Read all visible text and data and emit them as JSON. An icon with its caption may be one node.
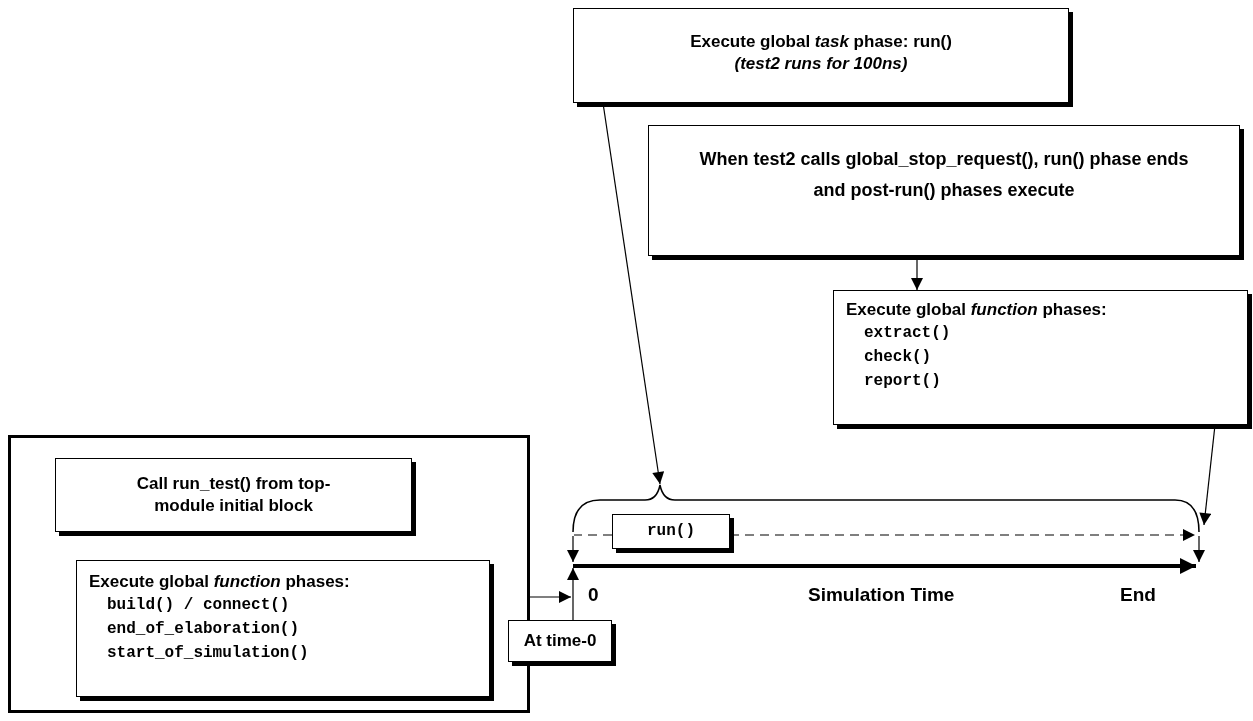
{
  "diagram": {
    "nodes": [
      {
        "text": [],
        "shape": "box"
      },
      {
        "text": [
          "Call run_test() from top-module initial block"
        ],
        "in": 0
      },
      {
        "text": [
          "Execute global *function* phases:",
          "build() / connect()",
          "end_of_elaboration()",
          "start_of_simulation()"
        ],
        "in": 0
      },
      {
        "text": [
          "At time-0"
        ]
      },
      {
        "text": [
          "Execute global *task* phase: run()",
          "(test2 runs for 100ns)"
        ]
      },
      {
        "text": [
          "When test2 calls global_stop_request(), run() phase ends and post-run() phases execute"
        ]
      },
      {
        "text": [
          "Execute global *function* phases:",
          "extract()",
          "check()",
          "report()"
        ]
      },
      {
        "text": [
          "run()"
        ]
      },
      {
        "text": [],
        "shape": "brace"
      },
      {
        "text": [
          "0",
          "Simulation Time",
          "End"
        ]
      }
    ],
    "edges": [
      {
        "from": 0,
        "to": 9,
        "arrow": "to"
      },
      {
        "from": 3,
        "to": 9,
        "arrow": "to"
      },
      {
        "from": 4,
        "to": 8,
        "arrow": "to"
      },
      {
        "from": 5,
        "to": 6,
        "arrow": "to"
      },
      {
        "from": 6,
        "to": 8,
        "arrow": "to"
      },
      {
        "from": 8,
        "to": 9,
        "arrow": "to"
      },
      {
        "from": 8,
        "to": 9,
        "arrow": "to"
      },
      {
        "from": 7,
        "to": 8,
        "arrow": "none",
        "style": "dashed"
      },
      {
        "from": 7,
        "to": 8,
        "arrow": "to",
        "style": "dashed"
      }
    ]
  }
}
